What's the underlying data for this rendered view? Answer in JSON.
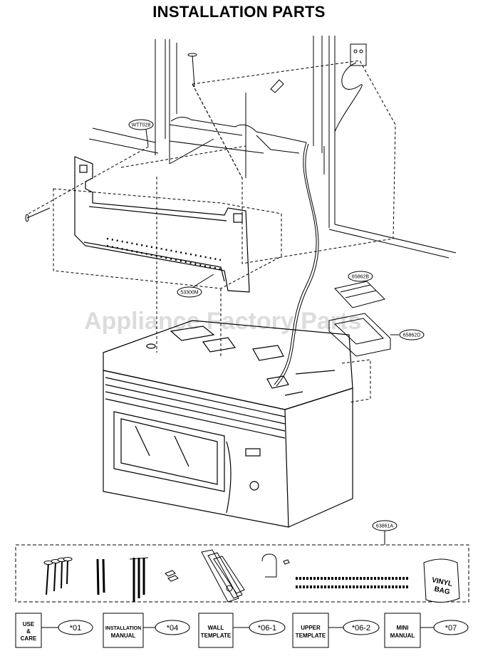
{
  "title": "INSTALLATION PARTS",
  "watermark": "Appliance Factory Parts",
  "callouts": {
    "wtt028": "WTT028",
    "c65862b": "65862B",
    "c65862d": "65862D",
    "c53300m": "53300M",
    "c63861a": "63861A"
  },
  "vinyl_bag": {
    "line1": "VINYL",
    "line2": "BAG"
  },
  "manuals": [
    {
      "label_lines": [
        "USE",
        "&",
        "CARE"
      ],
      "code": "*01"
    },
    {
      "label_lines": [
        "INSTALLATION",
        "MANUAL"
      ],
      "code": "*04"
    },
    {
      "label_lines": [
        "WALL",
        "TEMPLATE"
      ],
      "code": "*06-1"
    },
    {
      "label_lines": [
        "UPPER",
        "TEMPLATE"
      ],
      "code": "*06-2"
    },
    {
      "label_lines": [
        "MINI",
        "MANUAL"
      ],
      "code": "*07"
    }
  ]
}
